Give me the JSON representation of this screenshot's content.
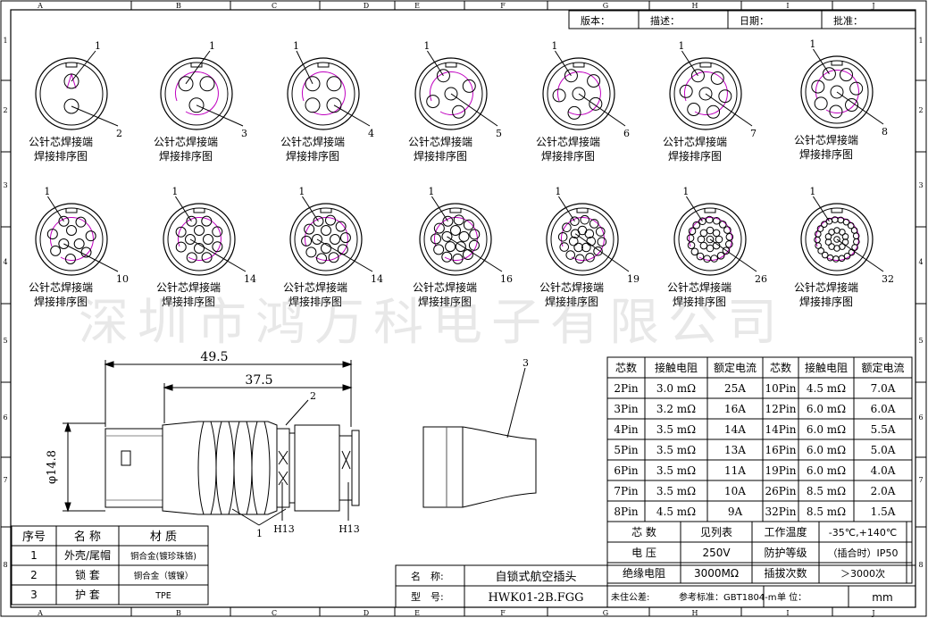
{
  "drawing": {
    "frame_cols": [
      "A",
      "B",
      "C",
      "D",
      "E",
      "F",
      "G",
      "H",
      "I",
      "J"
    ],
    "frame_rows": [
      "1",
      "2",
      "3",
      "4",
      "5",
      "6",
      "7",
      "8"
    ],
    "header": {
      "version": "版本：",
      "desc": "描述：",
      "date": "日期：",
      "approve": "批准："
    },
    "watermark": "深圳市鸿万科电子有限公司"
  },
  "pinouts": {
    "label_line1": "公针芯焊接端",
    "label_line2": "焊接排序图",
    "items": [
      {
        "pins": 2,
        "a": "1",
        "b": "2"
      },
      {
        "pins": 3,
        "a": "1",
        "b": "3"
      },
      {
        "pins": 4,
        "a": "1",
        "b": "4"
      },
      {
        "pins": 5,
        "a": "1",
        "b": "5"
      },
      {
        "pins": 6,
        "a": "1",
        "b": "6"
      },
      {
        "pins": 7,
        "a": "1",
        "b": "7"
      },
      {
        "pins": 8,
        "a": "1",
        "b": "8"
      },
      {
        "pins": 10,
        "a": "1",
        "b": "10"
      },
      {
        "pins": 12,
        "a": "1",
        "b": "14"
      },
      {
        "pins": 14,
        "a": "1",
        "b": "14"
      },
      {
        "pins": 16,
        "a": "1",
        "b": "16"
      },
      {
        "pins": 19,
        "a": "1",
        "b": "19"
      },
      {
        "pins": 26,
        "a": "1",
        "b": "26"
      },
      {
        "pins": 32,
        "a": "1",
        "b": "32"
      }
    ],
    "accent_color": "#c000c0"
  },
  "side_view": {
    "dim_overall": "49.5",
    "dim_body": "37.5",
    "dim_diameter": "φ14.8",
    "callout_1": "1",
    "callout_2": "2",
    "callout_3": "3",
    "h13_left": "H13",
    "h13_right": "H13"
  },
  "spec_table": {
    "headers": [
      "芯数",
      "接触电阻",
      "额定电流",
      "芯数",
      "接触电阻",
      "额定电流"
    ],
    "rows": [
      [
        "2Pin",
        "3.0 mΩ",
        "25A",
        "10Pin",
        "4.5 mΩ",
        "7.0A"
      ],
      [
        "3Pin",
        "3.2 mΩ",
        "16A",
        "12Pin",
        "6.0 mΩ",
        "6.0A"
      ],
      [
        "4Pin",
        "3.5 mΩ",
        "14A",
        "14Pin",
        "6.0 mΩ",
        "5.5A"
      ],
      [
        "5Pin",
        "3.5 mΩ",
        "13A",
        "16Pin",
        "6.0 mΩ",
        "5.0A"
      ],
      [
        "6Pin",
        "3.5 mΩ",
        "11A",
        "19Pin",
        "6.0 mΩ",
        "4.0A"
      ],
      [
        "7Pin",
        "3.5 mΩ",
        "10A",
        "26Pin",
        "8.5 mΩ",
        "2.0A"
      ],
      [
        "8Pin",
        "4.5 mΩ",
        "9A",
        "32Pin",
        "8.5 mΩ",
        "1.5A"
      ]
    ],
    "props": [
      [
        "芯 数",
        "见列表",
        "工作温度",
        "-35℃,+140℃"
      ],
      [
        "电 压",
        "250V",
        "防护等级",
        "（插合时）IP50"
      ],
      [
        "绝缘电阻",
        "3000MΩ",
        "插拔次数",
        "＞3000次"
      ]
    ]
  },
  "parts_table": {
    "headers": [
      "序号",
      "名 称",
      "材 质"
    ],
    "rows": [
      [
        "1",
        "外壳/尾帽",
        "铜合金(镀珍珠铬)"
      ],
      [
        "2",
        "锁 套",
        "铜合金（镀镍）"
      ],
      [
        "3",
        "护 套",
        "TPE"
      ]
    ]
  },
  "title_block": {
    "name_label": "名　称:",
    "name_value": "自锁式航空插头",
    "model_label": "型　号:",
    "model_value": "HWK01-2B.FGG",
    "tolerance": "未住公差:",
    "standard": "参考标准：GBT1804-m",
    "unit_label": "单 位：",
    "unit_value": "mm"
  }
}
